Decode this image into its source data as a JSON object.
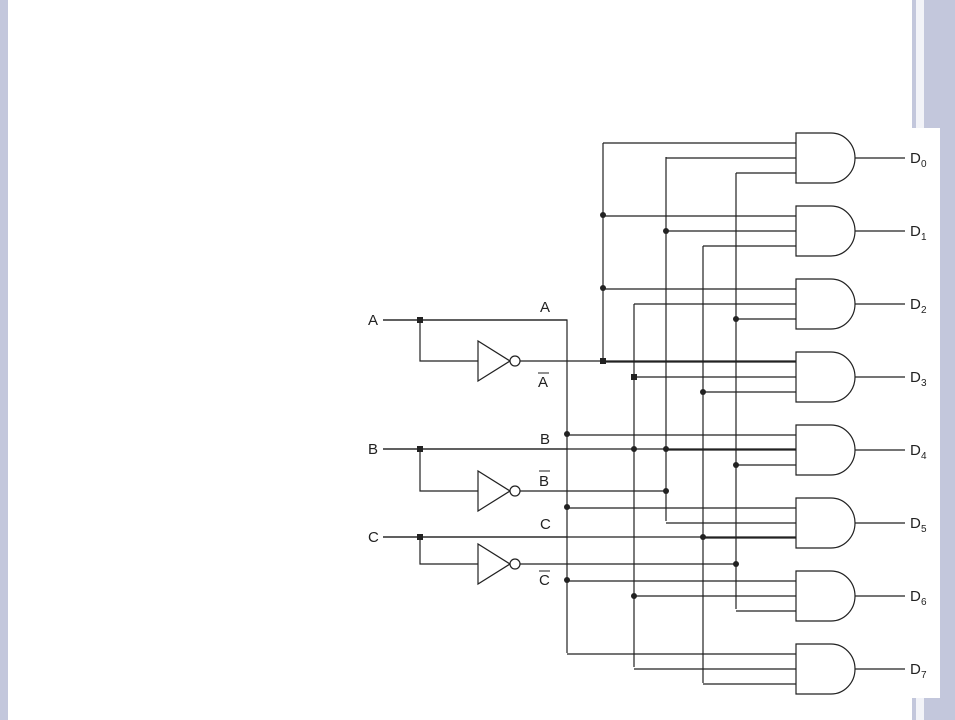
{
  "inputs": [
    {
      "label": "A"
    },
    {
      "label": "B"
    },
    {
      "label": "C"
    }
  ],
  "signals": {
    "a": "A",
    "a_bar": "A",
    "b": "B",
    "b_bar": "B",
    "c": "C",
    "c_bar": "C"
  },
  "outputs": [
    {
      "letter": "D",
      "index": "0"
    },
    {
      "letter": "D",
      "index": "1"
    },
    {
      "letter": "D",
      "index": "2"
    },
    {
      "letter": "D",
      "index": "3"
    },
    {
      "letter": "D",
      "index": "4"
    },
    {
      "letter": "D",
      "index": "5"
    },
    {
      "letter": "D",
      "index": "6"
    },
    {
      "letter": "D",
      "index": "7"
    }
  ],
  "colors": {
    "frame": "#c3c7dc",
    "wire": "#222222"
  }
}
